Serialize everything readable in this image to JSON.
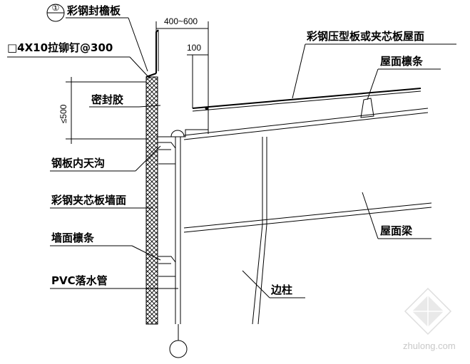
{
  "labels": {
    "eave_board": "彩钢封檐板",
    "rivet": "□4X10拉铆钉@300",
    "sealant": "密封胶",
    "gutter": "钢板内天沟",
    "wall_panel": "彩钢夹芯板墙面",
    "wall_purlin": "墙面檩条",
    "pvc_pipe": "PVC落水管",
    "roof_panel": "彩钢压型板或夹芯板屋面",
    "roof_purlin": "屋面檩条",
    "roof_beam": "屋面梁",
    "edge_column": "边柱"
  },
  "dimensions": {
    "width_range": "400~600",
    "offset": "100",
    "height_max": "≤500"
  },
  "callout_symbol": "①",
  "watermark": "zhulong.com",
  "colors": {
    "line": "#000000",
    "background": "#ffffff",
    "watermark": "#c8c8c8"
  }
}
